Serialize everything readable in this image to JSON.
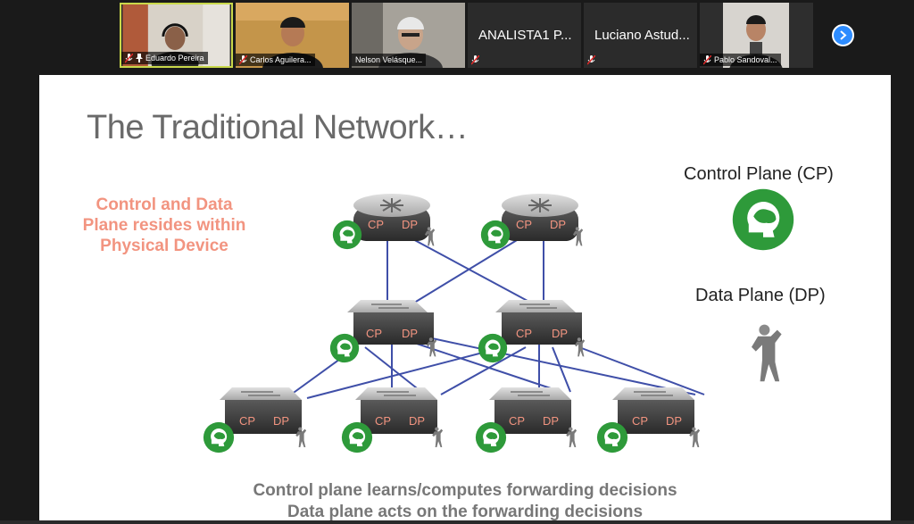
{
  "participants": [
    {
      "name": "Eduardo Pereira",
      "muted": true,
      "pinned": true,
      "video": true,
      "active": true
    },
    {
      "name": "Carlos Aguilera...",
      "muted": true,
      "pinned": false,
      "video": true,
      "active": false
    },
    {
      "name": "Nelson Velásque...",
      "muted": false,
      "pinned": false,
      "video": true,
      "active": false
    },
    {
      "name": "ANALISTA1 P...",
      "muted": true,
      "pinned": false,
      "video": false,
      "active": false
    },
    {
      "name": "Luciano Astud...",
      "muted": true,
      "pinned": false,
      "video": false,
      "active": false
    },
    {
      "name": "Pablo Sandoval...",
      "muted": true,
      "pinned": false,
      "video": true,
      "active": false
    }
  ],
  "controls": {
    "next_icon": "chevron-right-icon"
  },
  "slide": {
    "title": "The Traditional Network…",
    "left_text": "Control and Data Plane resides within Physical Device",
    "legend_cp": "Control Plane (CP)",
    "legend_dp": "Data Plane (DP)",
    "device_cp": "CP",
    "device_dp": "DP",
    "caption_1": "Control plane learns/computes forwarding decisions",
    "caption_2": "Data plane acts on the forwarding decisions"
  },
  "colors": {
    "accent_green": "#2e9a3a",
    "salmon_text": "#f29480",
    "zoom_blue": "#2d8cff",
    "active_border": "#c9d84a"
  }
}
